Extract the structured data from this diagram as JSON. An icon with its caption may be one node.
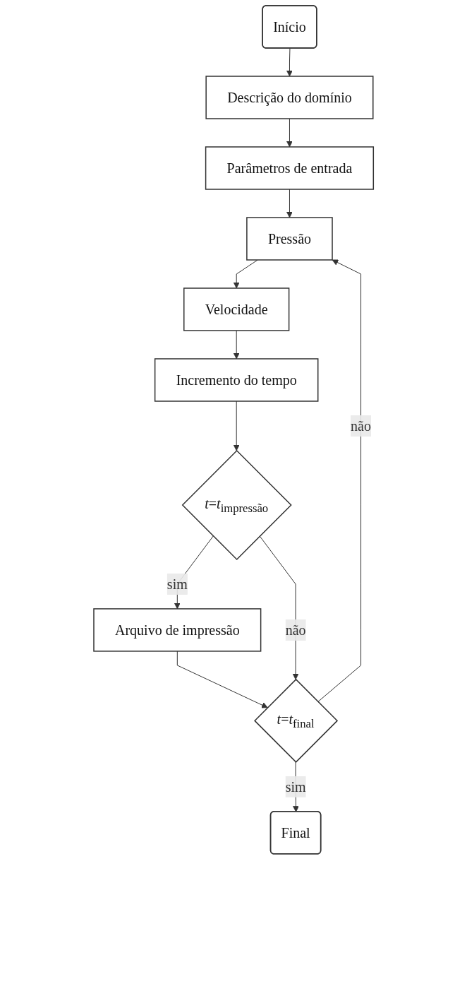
{
  "diagram": {
    "nodes": [
      {
        "text": [
          "Início"
        ]
      },
      {
        "text": [
          "Descrição do domínio"
        ]
      },
      {
        "text": [
          "Parâmetros de entrada"
        ]
      },
      {
        "text": [
          "Pressão"
        ]
      },
      {
        "text": [
          "Velocidade"
        ]
      },
      {
        "text": [
          "Incremento do tempo"
        ]
      },
      {
        "text": [
          "*t*=*t*$_{impressão}$"
        ]
      },
      {
        "text": [
          "Arquivo de impressão"
        ]
      },
      {
        "text": [
          "*t*=*t*$_{final}$"
        ]
      },
      {
        "text": [
          "Final"
        ]
      }
    ],
    "edges": [
      {
        "from": 0,
        "to": 1,
        "arrow": "to"
      },
      {
        "from": 1,
        "to": 2,
        "arrow": "to"
      },
      {
        "from": 2,
        "to": 3,
        "arrow": "to"
      },
      {
        "from": 3,
        "to": 4,
        "arrow": "to"
      },
      {
        "from": 4,
        "to": 5,
        "arrow": "to"
      },
      {
        "from": 5,
        "to": 6,
        "arrow": "to"
      },
      {
        "from": 6,
        "to": 7,
        "arrow": "to",
        "label": "sim"
      },
      {
        "from": 7,
        "to": 8,
        "arrow": "to"
      },
      {
        "from": 6,
        "to": 8,
        "arrow": "to",
        "label": "não"
      },
      {
        "from": 8,
        "to": 9,
        "arrow": "to",
        "label": "sim"
      },
      {
        "from": 8,
        "to": 3,
        "arrow": "to",
        "label": "não"
      }
    ]
  }
}
